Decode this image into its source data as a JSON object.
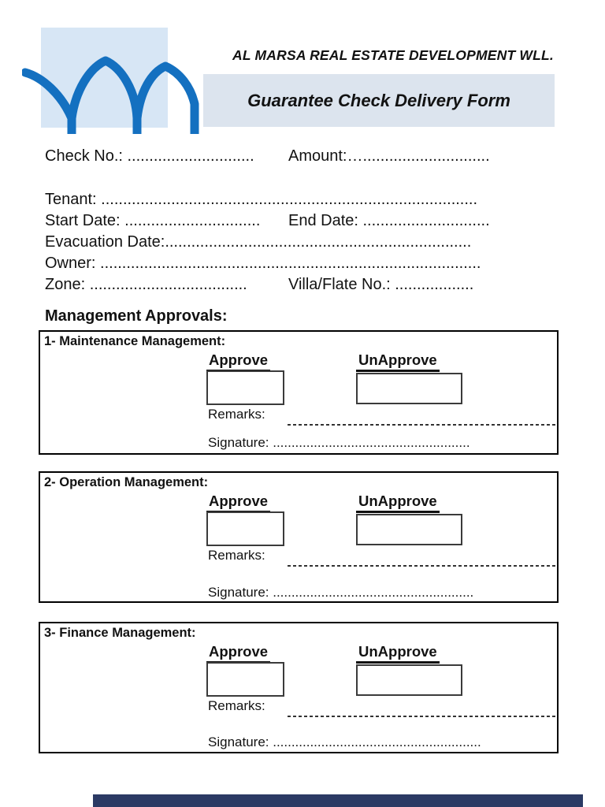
{
  "header": {
    "company_name": "AL MARSA REAL ESTATE DEVELOPMENT WLL.",
    "form_title": "Guarantee Check Delivery Form",
    "colors": {
      "logo_background": "#d7e6f5",
      "arch_blue": "#1470c0",
      "banner_background": "#dce4ee"
    }
  },
  "fields": {
    "check_no": "Check No.: .............................",
    "amount": "Amount:….............................",
    "tenant": "Tenant: ......................................................................................",
    "start_date": "Start Date: ...............................",
    "end_date": "End Date: .............................",
    "evacuation_date": "Evacuation Date:......................................................................",
    "owner": "Owner: .......................................................................................",
    "zone": "Zone: ....................................",
    "villa_flate_no": "Villa/Flate No.: .................."
  },
  "approvals": {
    "heading": "Management Approvals:",
    "approve_label": "Approve",
    "unapprove_label": "UnApprove",
    "remarks_label": "Remarks:",
    "sections": [
      {
        "title": "1- Maintenance Management:",
        "signature": "Signature: ....................................................."
      },
      {
        "title": "2- Operation Management:",
        "signature": "Signature: ......................................................"
      },
      {
        "title": "3- Finance Management:",
        "signature": "Signature: ........................................................"
      }
    ]
  },
  "footer": {
    "bar_color": "#2b3a64"
  }
}
